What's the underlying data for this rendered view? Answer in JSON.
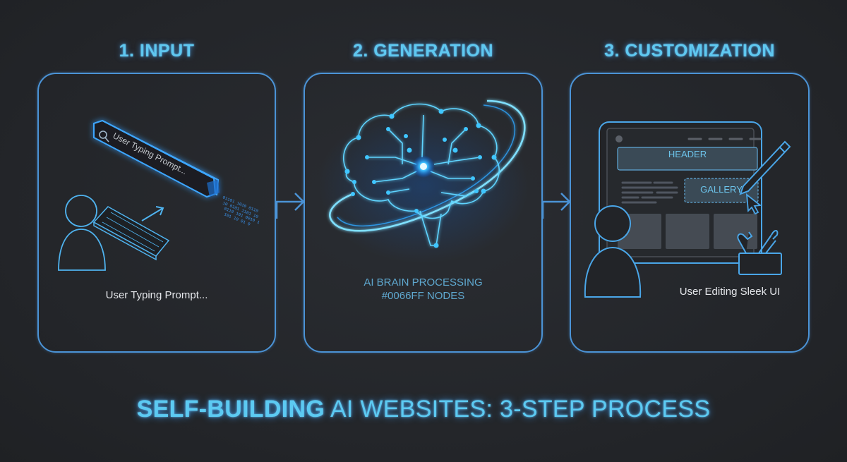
{
  "colors": {
    "background": "#25272b",
    "panel_border": "#4b93d6",
    "title_cyan": "#5fc8f0",
    "glow_blue": "#1e90ff",
    "node_blue": "#0066ff",
    "caption_white": "#e4e6ea"
  },
  "steps": [
    {
      "title": "1. INPUT",
      "search_bar_text": "User Typing Prompt...",
      "caption": "User Typing Prompt...",
      "icons": [
        "search-icon",
        "user-icon",
        "keyboard-icon",
        "arrow-icon",
        "binary-data-stream"
      ]
    },
    {
      "title": "2. GENERATION",
      "caption_line1": "AI BRAIN PROCESSING",
      "caption_line2": "#0066FF NODES",
      "icons": [
        "ai-brain-circuit-icon",
        "orbit-ring"
      ]
    },
    {
      "title": "3. CUSTOMIZATION",
      "tablet": {
        "header_label": "HEADER",
        "gallery_label": "GALLERY"
      },
      "caption": "User Editing Sleek UI",
      "icons": [
        "tablet-icon",
        "pencil-icon",
        "cursor-icon",
        "user-icon",
        "toolbox-icon"
      ]
    }
  ],
  "connectors": [
    "arrow-right",
    "arrow-right"
  ],
  "footer": {
    "bold": "SELF-BUILDING",
    "rest": " AI WEBSITES: 3-STEP PROCESS"
  }
}
